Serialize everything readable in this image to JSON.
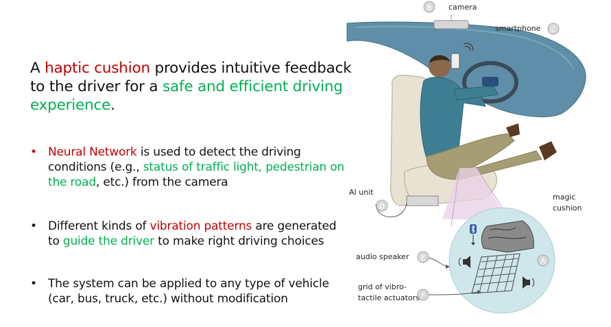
{
  "headline": {
    "part1": "A ",
    "highlight1": "haptic cushion",
    "part2": " provides intuitive feedback to the driver for a ",
    "highlight2": "safe and efficient driving experience",
    "part3": "."
  },
  "bullets": [
    {
      "marker": "•",
      "hl1": "Neural Network",
      "t1": " is used to detect the driving conditions (e.g., ",
      "hl2": "status of traffic light, pedestrian on the road",
      "t2": ", etc.) from the camera"
    },
    {
      "marker": "•",
      "t0": "Different kinds of ",
      "hl1": "vibration patterns",
      "t1": " are generated to ",
      "hl2": "guide the driver",
      "t2": " to make right driving choices"
    },
    {
      "marker": "•",
      "t0": "The system can be applied to any type of vehicle (car, bus, truck, etc.) without modification"
    }
  ],
  "figure": {
    "camera": {
      "badge": "B",
      "label": "camera"
    },
    "smartphone": {
      "badge": "C",
      "label": "smartphone"
    },
    "ai_unit": {
      "badge": "D",
      "label": "AI unit"
    },
    "magic_cushion": {
      "badge": "A",
      "label_line1": "magic",
      "label_line2": "cushion"
    },
    "audio_speaker": {
      "badge": "E",
      "label": "audio speaker"
    },
    "grid": {
      "badge": "F",
      "label_line1": "grid of vibro-",
      "label_line2": "tactile actuators"
    },
    "colors": {
      "dashboard": "#5f8fa8",
      "seat": "#e8e2d2",
      "shirt": "#3e7f94",
      "pants": "#a69d74",
      "cushion_circle": "#cfe7ea",
      "highlight_red": "#c00000",
      "highlight_green": "#00b050"
    }
  }
}
